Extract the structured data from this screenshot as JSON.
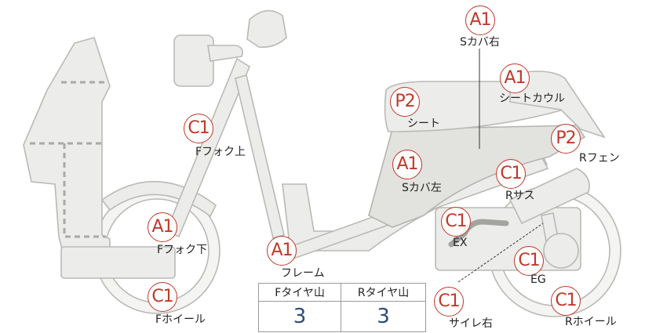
{
  "parts": [
    {
      "id": "s-cover-right",
      "grade": "A1",
      "label": "Sカバ右"
    },
    {
      "id": "seat-cowl",
      "grade": "A1",
      "label": "シートカウル"
    },
    {
      "id": "seat",
      "grade": "P2",
      "label": "シート"
    },
    {
      "id": "rear-fender",
      "grade": "P2",
      "label": "Rフェン"
    },
    {
      "id": "f-fork-upper",
      "grade": "C1",
      "label": "Fフォク上"
    },
    {
      "id": "s-cover-left",
      "grade": "A1",
      "label": "Sカバ左"
    },
    {
      "id": "rear-suspension",
      "grade": "C1",
      "label": "Rサス"
    },
    {
      "id": "exhaust",
      "grade": "C1",
      "label": "EX"
    },
    {
      "id": "f-fork-lower",
      "grade": "A1",
      "label": "Fフォク下"
    },
    {
      "id": "frame",
      "grade": "A1",
      "label": "フレーム"
    },
    {
      "id": "engine",
      "grade": "C1",
      "label": "EG"
    },
    {
      "id": "f-wheel",
      "grade": "C1",
      "label": "Fホイール"
    },
    {
      "id": "muffler-right",
      "grade": "C1",
      "label": "サイレ右"
    },
    {
      "id": "r-wheel",
      "grade": "C1",
      "label": "Rホイール"
    }
  ],
  "tire_table": {
    "headers": [
      "Fタイヤ山",
      "Rタイヤ山"
    ],
    "values": [
      "3",
      "3"
    ]
  },
  "colors": {
    "grade_mark": "#c0392b",
    "tire_value": "#2f4a7a",
    "part_fill": "#ececea",
    "part_stroke": "#b9b9b6"
  }
}
